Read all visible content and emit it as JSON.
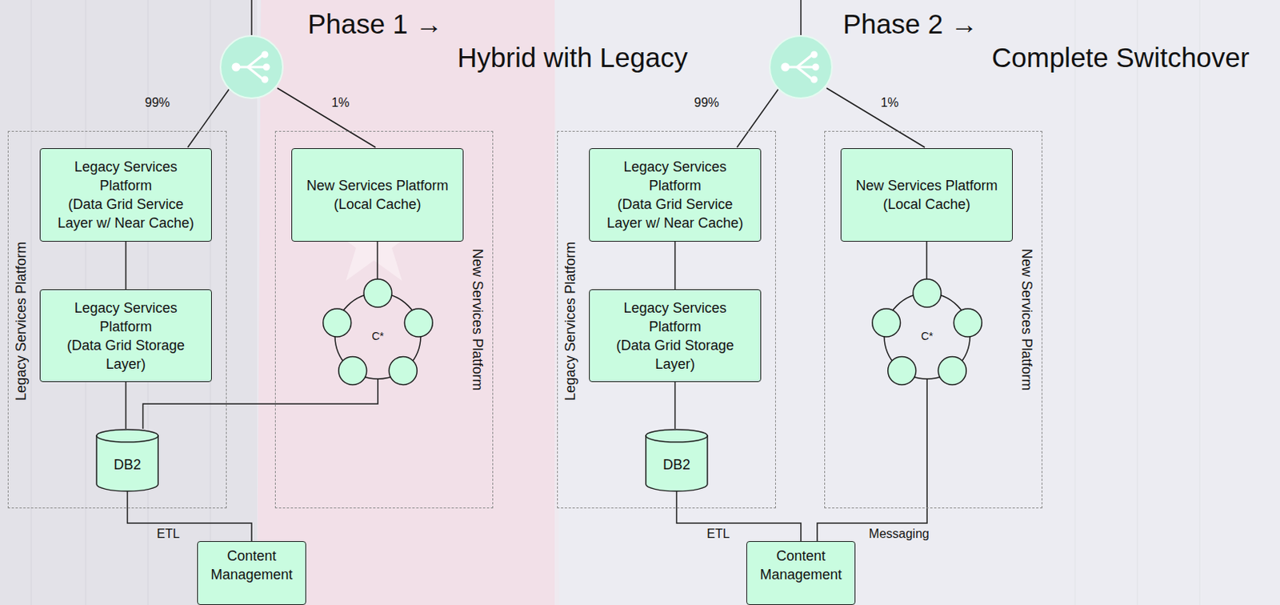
{
  "diagram": {
    "nodes": [
      {
        "text": [
          "Legacy Services Platform"
        ]
      },
      {
        "text": [
          "Legacy Services Platform",
          "(Data Grid Service Layer w/ Near Cache)"
        ],
        "in": 0
      },
      {
        "text": [
          "Legacy Services Platform",
          "(Data Grid Storage Layer)"
        ],
        "in": 0
      },
      {
        "text": [
          "DB2"
        ],
        "in": 0
      },
      {
        "text": [
          "New Services Platform"
        ]
      },
      {
        "text": [
          "New Services Platform",
          "(Local Cache)"
        ],
        "in": 4
      },
      {
        "text": [
          "C*"
        ],
        "in": 4
      },
      {
        "text": [
          "Content Management"
        ]
      },
      {
        "text": [
          "Legacy Services Platform"
        ]
      },
      {
        "text": [
          "Legacy Services Platform",
          "(Data Grid Service Layer w/ Near Cache)"
        ],
        "in": 8
      },
      {
        "text": [
          "Legacy Services Platform",
          "(Data Grid Storage Layer)"
        ],
        "in": 8
      },
      {
        "text": [
          "DB2"
        ],
        "in": 8
      },
      {
        "text": [
          "New Services Platform"
        ]
      },
      {
        "text": [
          "New Services Platform",
          "(Local Cache)"
        ],
        "in": 12
      },
      {
        "text": [
          "C*"
        ],
        "in": 12
      },
      {
        "text": [
          "Content Management"
        ]
      }
    ],
    "edges": [
      {
        "from": 1,
        "to": 2,
        "arrow": "none"
      },
      {
        "from": 2,
        "to": 3,
        "arrow": "none"
      },
      {
        "from": 5,
        "to": 6,
        "arrow": "none"
      },
      {
        "from": 6,
        "to": 3,
        "arrow": "none"
      },
      {
        "from": 3,
        "to": 7,
        "label": "ETL",
        "arrow": "none"
      },
      {
        "from": 9,
        "to": 10,
        "arrow": "none"
      },
      {
        "from": 10,
        "to": 11,
        "arrow": "none"
      },
      {
        "from": 13,
        "to": 14,
        "arrow": "none"
      },
      {
        "from": 11,
        "to": 15,
        "label": "ETL",
        "arrow": "none"
      },
      {
        "from": 14,
        "to": 15,
        "label": "Messaging",
        "arrow": "none"
      }
    ],
    "labels": [
      "Phase 1 →",
      "Hybrid with Legacy",
      "Phase 2 →",
      "Complete Switchover",
      "99%",
      "1%",
      "99%",
      "1%"
    ]
  }
}
